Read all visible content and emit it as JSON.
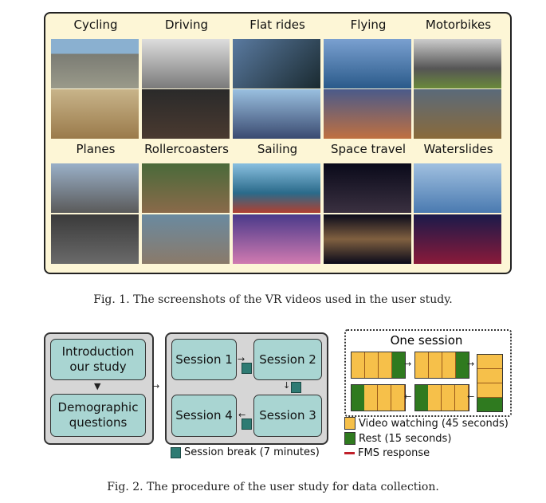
{
  "figure1": {
    "categories_row1": [
      "Cycling",
      "Driving",
      "Flat rides",
      "Flying",
      "Motorbikes"
    ],
    "categories_row2": [
      "Planes",
      "Rollercoasters",
      "Sailing",
      "Space travel",
      "Waterslides"
    ],
    "caption": "Fig. 1.  The screenshots of the VR videos used in the user study."
  },
  "figure2": {
    "intro": "Introduction our study",
    "demographic": "Demographic questions",
    "sessions": [
      "Session 1",
      "Session 2",
      "Session 3",
      "Session 4"
    ],
    "session_break": "Session break (7 minutes)",
    "one_session": "One session",
    "legend": {
      "video": "Video watching (45 seconds)",
      "rest": "Rest (15 seconds)",
      "fms": "FMS response"
    },
    "colors": {
      "video": "#f6c04a",
      "rest": "#2f7a1f",
      "fms": "#c0202a",
      "break": "#2e7b73",
      "box": "#a9d5d2"
    },
    "caption": "Fig. 2.  The procedure of the user study for data collection."
  }
}
